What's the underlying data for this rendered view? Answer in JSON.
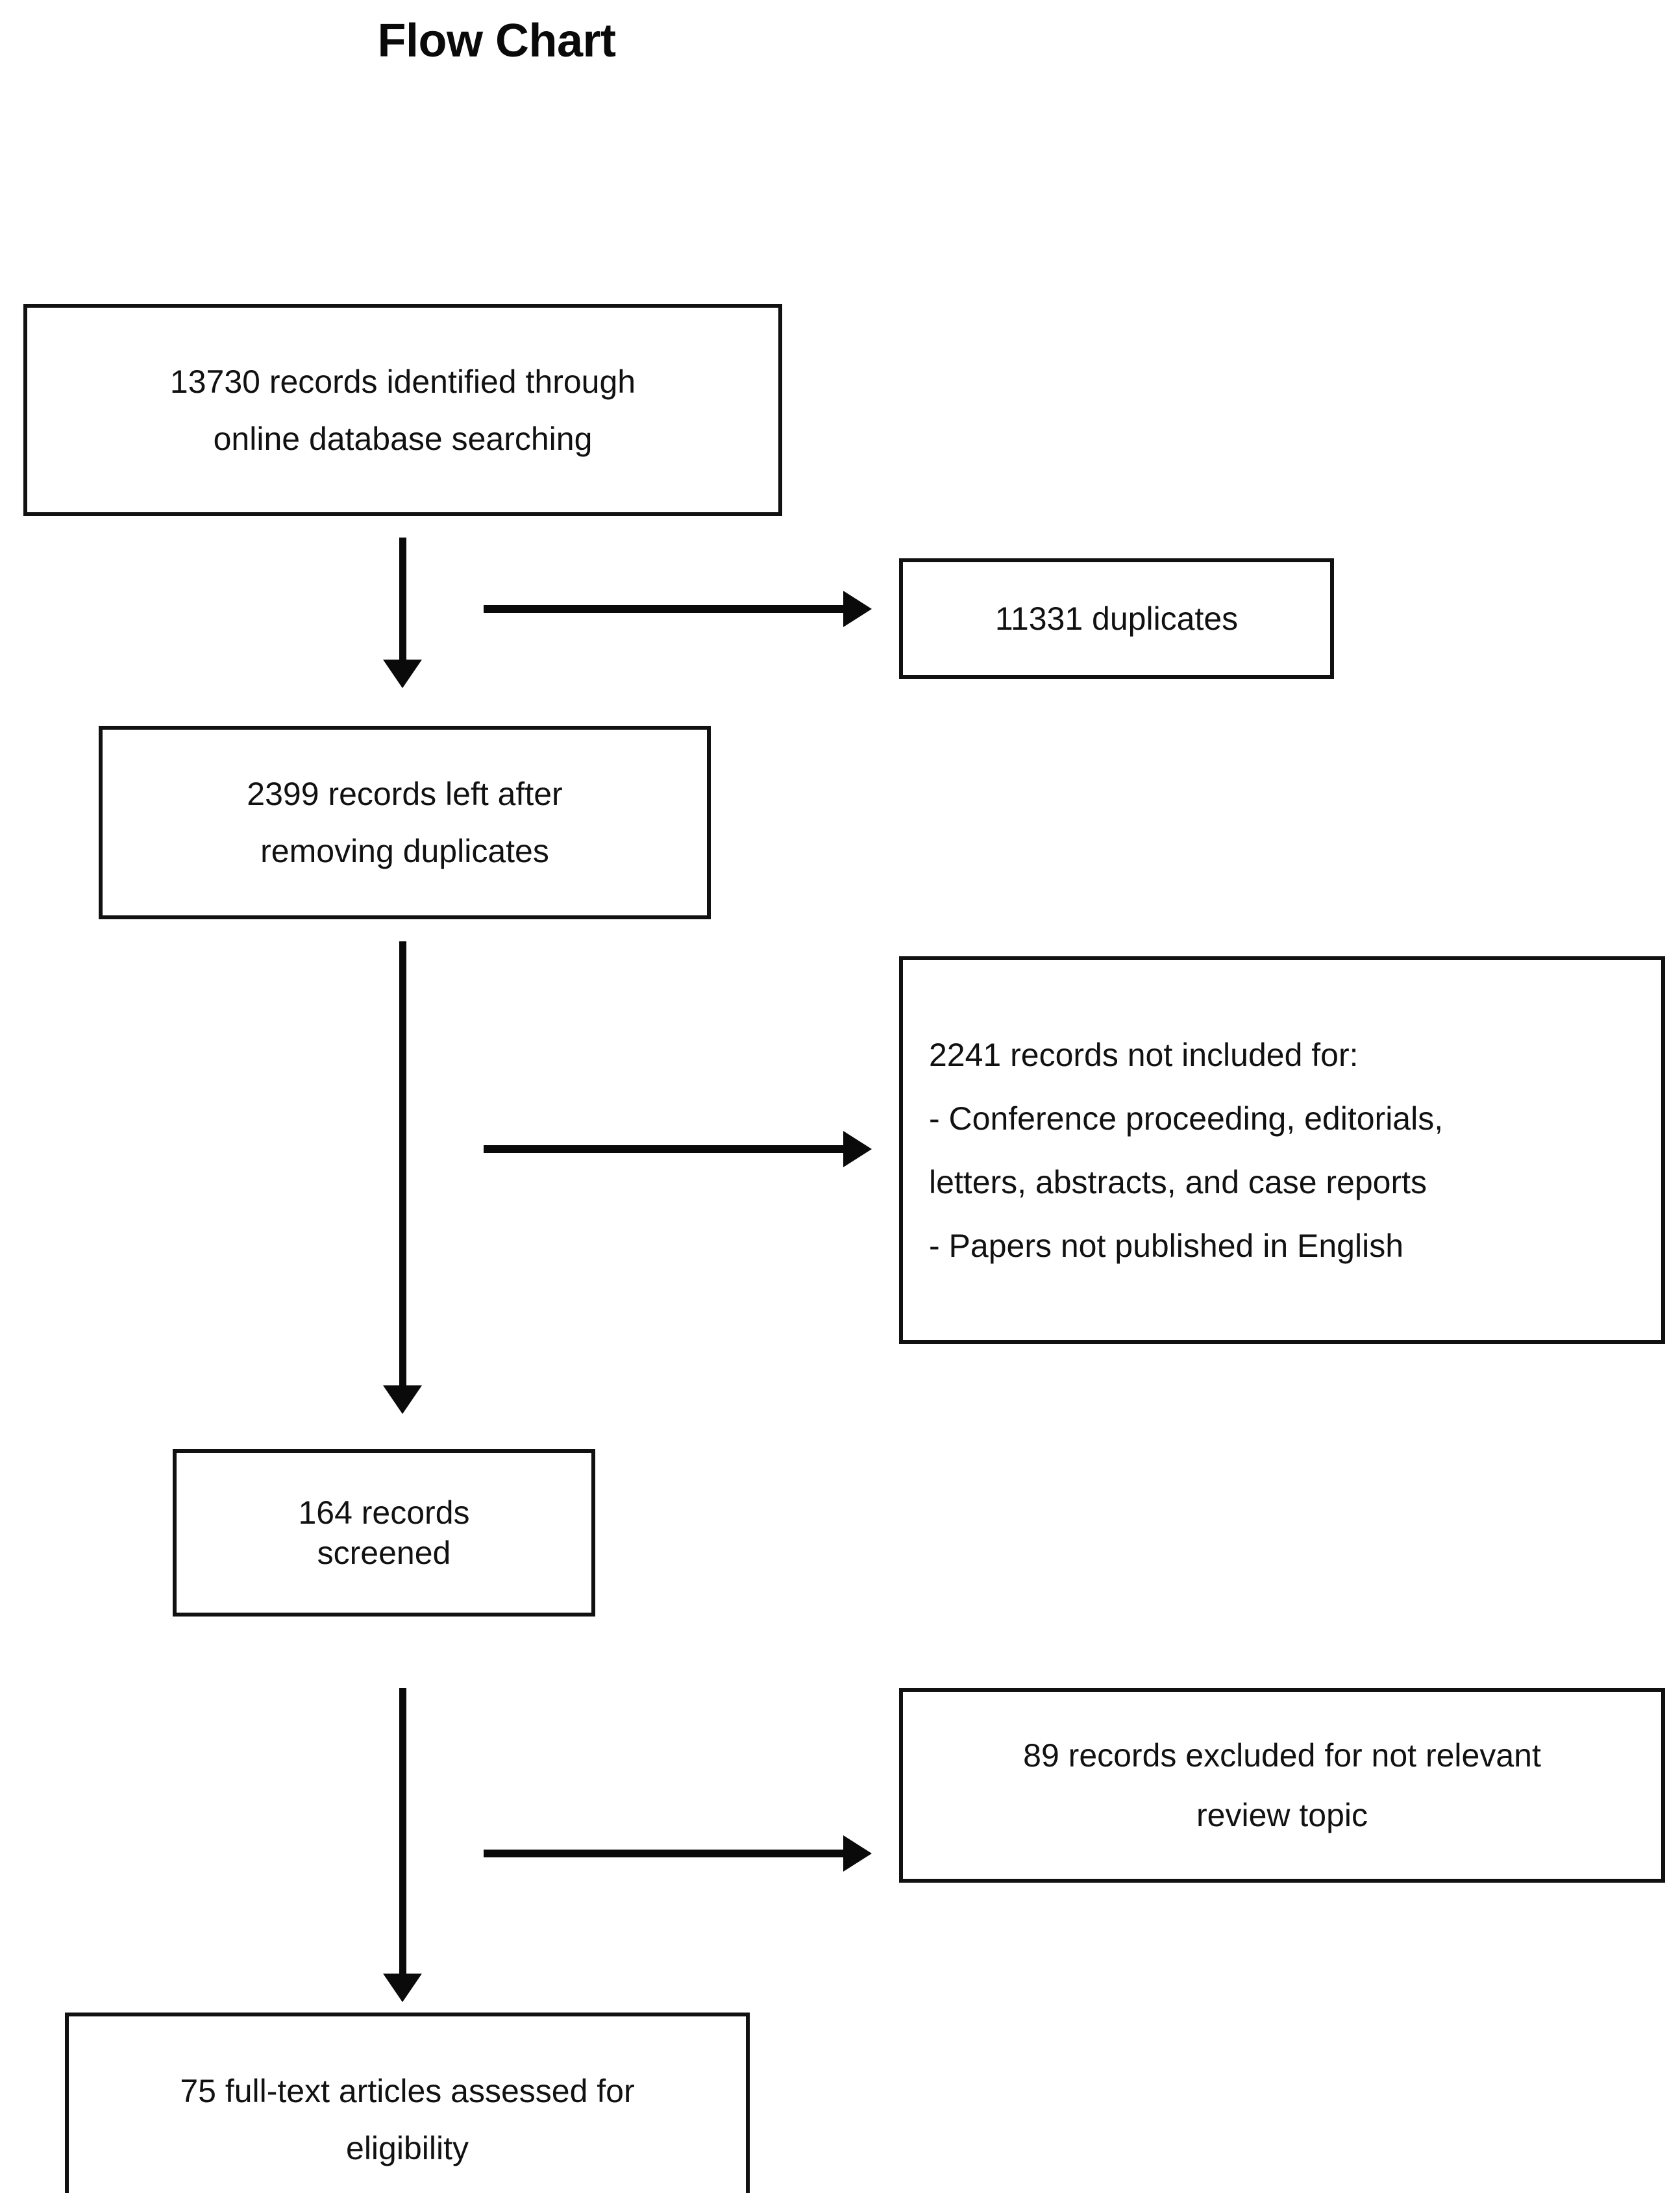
{
  "page": {
    "title": "Flow Chart",
    "background_color": "#ffffff",
    "line_color": "#0a0a0a",
    "text_color": "#111111"
  },
  "nodes": {
    "identified": {
      "line1": "13730 records identified through",
      "line2": "online database searching"
    },
    "duplicates": {
      "line1": "11331 duplicates"
    },
    "after_dedup": {
      "line1": "2399 records left after",
      "line2": "removing duplicates"
    },
    "not_included": {
      "line1": "2241 records not included for:",
      "line2": "- Conference proceeding, editorials,",
      "line3": "letters, abstracts, and case reports",
      "line4": "- Papers not published in English"
    },
    "screened": {
      "line1": "164 records",
      "line2": "screened"
    },
    "excluded_topic": {
      "line1": "89 records excluded for not relevant",
      "line2": "review topic"
    },
    "fulltext": {
      "line1": "75 full-text articles assessed for",
      "line2": "eligibility"
    }
  },
  "edges": {
    "identified_to_after_dedup": "down-arrow",
    "identified_to_duplicates": "right-arrow",
    "after_dedup_to_screened": "down-arrow",
    "after_dedup_to_not_included": "right-arrow",
    "screened_to_fulltext": "down-arrow",
    "screened_to_excluded_topic": "right-arrow"
  },
  "chart_data": {
    "type": "diagram",
    "title": "Flow Chart",
    "subtype": "PRISMA-style study selection flow",
    "stages": [
      {
        "id": "identified",
        "label": "13730 records identified through online database searching",
        "count": 13730
      },
      {
        "id": "after_dedup",
        "label": "2399 records left after removing duplicates",
        "count": 2399
      },
      {
        "id": "screened",
        "label": "164 records screened",
        "count": 164
      },
      {
        "id": "fulltext",
        "label": "75 full-text articles assessed for eligibility",
        "count": 75
      }
    ],
    "exclusions": [
      {
        "id": "duplicates",
        "from": "identified",
        "label": "11331 duplicates",
        "count": 11331
      },
      {
        "id": "not_included",
        "from": "after_dedup",
        "label": "2241 records not included for: - Conference proceeding, editorials, letters, abstracts, and case reports - Papers not published in English",
        "count": 2241,
        "reasons": [
          "Conference proceeding, editorials, letters, abstracts, and case reports",
          "Papers not published in English"
        ]
      },
      {
        "id": "excluded_topic",
        "from": "screened",
        "label": "89 records excluded for not relevant review topic",
        "count": 89
      }
    ],
    "flow": [
      {
        "from": "identified",
        "to": "after_dedup",
        "direction": "down"
      },
      {
        "from": "identified",
        "to": "duplicates",
        "direction": "right"
      },
      {
        "from": "after_dedup",
        "to": "screened",
        "direction": "down"
      },
      {
        "from": "after_dedup",
        "to": "not_included",
        "direction": "right"
      },
      {
        "from": "screened",
        "to": "fulltext",
        "direction": "down"
      },
      {
        "from": "screened",
        "to": "excluded_topic",
        "direction": "right"
      }
    ]
  }
}
